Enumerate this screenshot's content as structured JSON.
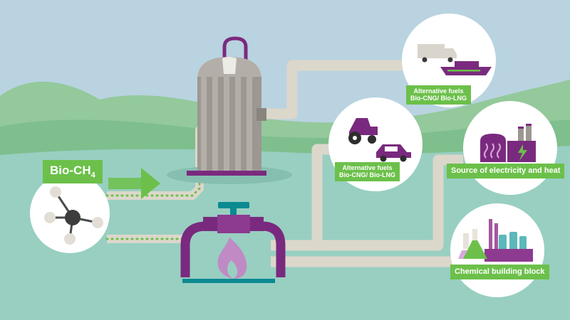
{
  "source_label": {
    "main": "Bio-CH",
    "subscript": "4"
  },
  "outputs": [
    {
      "id": "transport-heavy",
      "lines": [
        "Alternative fuels",
        "Bio-CNG/ Bio-LNG"
      ]
    },
    {
      "id": "transport-light",
      "lines": [
        "Alternative fuels",
        "Bio-CNG/ Bio-LNG"
      ]
    },
    {
      "id": "power",
      "lines": [
        "Source of electricity and heat"
      ]
    },
    {
      "id": "chemical",
      "lines": [
        "Chemical building block"
      ]
    }
  ],
  "icons": [
    "methane-molecule-icon",
    "storage-tank-icon",
    "gas-flame-burner-icon",
    "truck-icon",
    "ship-icon",
    "tractor-icon",
    "car-icon",
    "power-plant-icon",
    "lightning-icon",
    "lab-flask-icon",
    "chemical-plant-icon",
    "arrow-right-icon"
  ],
  "colors": {
    "sky": "#b9d3e0",
    "ground": "#98cfc1",
    "hills": "#7ebf8d",
    "pipe": "#dcd7cb",
    "purple": "#7a2a7e",
    "green": "#6cc04a",
    "tank": "#9d9792"
  }
}
